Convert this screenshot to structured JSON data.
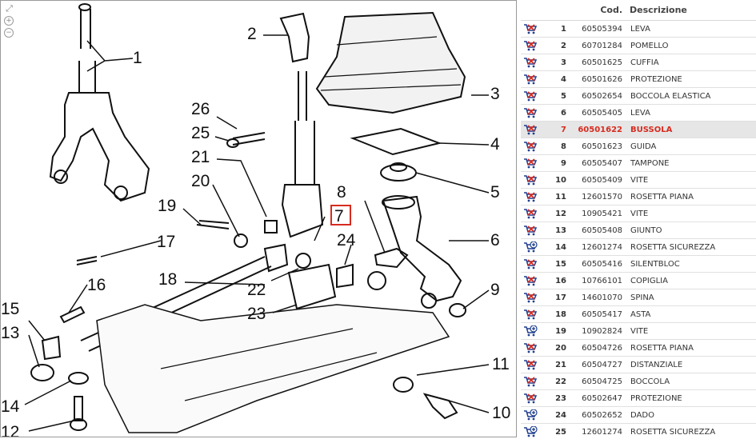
{
  "diagram": {
    "callouts": [
      "1",
      "2",
      "3",
      "4",
      "5",
      "6",
      "7",
      "8",
      "9",
      "10",
      "11",
      "12",
      "13",
      "14",
      "15",
      "16",
      "17",
      "18",
      "19",
      "20",
      "21",
      "22",
      "23",
      "24",
      "25",
      "26"
    ],
    "highlighted_callout": "7",
    "tools": [
      "expand-icon",
      "zoom-in-icon",
      "zoom-out-icon"
    ]
  },
  "table": {
    "headers": {
      "icon": "",
      "number": "",
      "code": "Cod.",
      "description": "Descrizione"
    },
    "selected_row": 6,
    "rows": [
      {
        "icon": "cart-remove-icon",
        "number": "1",
        "code": "60505394",
        "description": "LEVA"
      },
      {
        "icon": "cart-remove-icon",
        "number": "2",
        "code": "60701284",
        "description": "POMELLO"
      },
      {
        "icon": "cart-remove-icon",
        "number": "3",
        "code": "60501625",
        "description": "CUFFIA"
      },
      {
        "icon": "cart-remove-icon",
        "number": "4",
        "code": "60501626",
        "description": "PROTEZIONE"
      },
      {
        "icon": "cart-remove-icon",
        "number": "5",
        "code": "60502654",
        "description": "BOCCOLA ELASTICA"
      },
      {
        "icon": "cart-remove-icon",
        "number": "6",
        "code": "60505405",
        "description": "LEVA"
      },
      {
        "icon": "cart-remove-icon",
        "number": "7",
        "code": "60501622",
        "description": "BUSSOLA"
      },
      {
        "icon": "cart-remove-icon",
        "number": "8",
        "code": "60501623",
        "description": "GUIDA"
      },
      {
        "icon": "cart-remove-icon",
        "number": "9",
        "code": "60505407",
        "description": "TAMPONE"
      },
      {
        "icon": "cart-remove-icon",
        "number": "10",
        "code": "60505409",
        "description": "VITE"
      },
      {
        "icon": "cart-remove-icon",
        "number": "11",
        "code": "12601570",
        "description": "ROSETTA PIANA"
      },
      {
        "icon": "cart-remove-icon",
        "number": "12",
        "code": "10905421",
        "description": "VITE"
      },
      {
        "icon": "cart-remove-icon",
        "number": "13",
        "code": "60505408",
        "description": "GIUNTO"
      },
      {
        "icon": "cart-add-icon",
        "number": "14",
        "code": "12601274",
        "description": "ROSETTA SICUREZZA"
      },
      {
        "icon": "cart-remove-icon",
        "number": "15",
        "code": "60505416",
        "description": "SILENTBLOC"
      },
      {
        "icon": "cart-remove-icon",
        "number": "16",
        "code": "10766101",
        "description": "COPIGLIA"
      },
      {
        "icon": "cart-remove-icon",
        "number": "17",
        "code": "14601070",
        "description": "SPINA"
      },
      {
        "icon": "cart-remove-icon",
        "number": "18",
        "code": "60505417",
        "description": "ASTA"
      },
      {
        "icon": "cart-add-icon",
        "number": "19",
        "code": "10902824",
        "description": "VITE"
      },
      {
        "icon": "cart-remove-icon",
        "number": "20",
        "code": "60504726",
        "description": "ROSETTA PIANA"
      },
      {
        "icon": "cart-remove-icon",
        "number": "21",
        "code": "60504727",
        "description": "DISTANZIALE"
      },
      {
        "icon": "cart-remove-icon",
        "number": "22",
        "code": "60504725",
        "description": "BOCCOLA"
      },
      {
        "icon": "cart-remove-icon",
        "number": "23",
        "code": "60502647",
        "description": "PROTEZIONE"
      },
      {
        "icon": "cart-add-icon",
        "number": "24",
        "code": "60502652",
        "description": "DADO"
      },
      {
        "icon": "cart-add-icon",
        "number": "25",
        "code": "12601274",
        "description": "ROSETTA SICUREZZA"
      }
    ]
  }
}
